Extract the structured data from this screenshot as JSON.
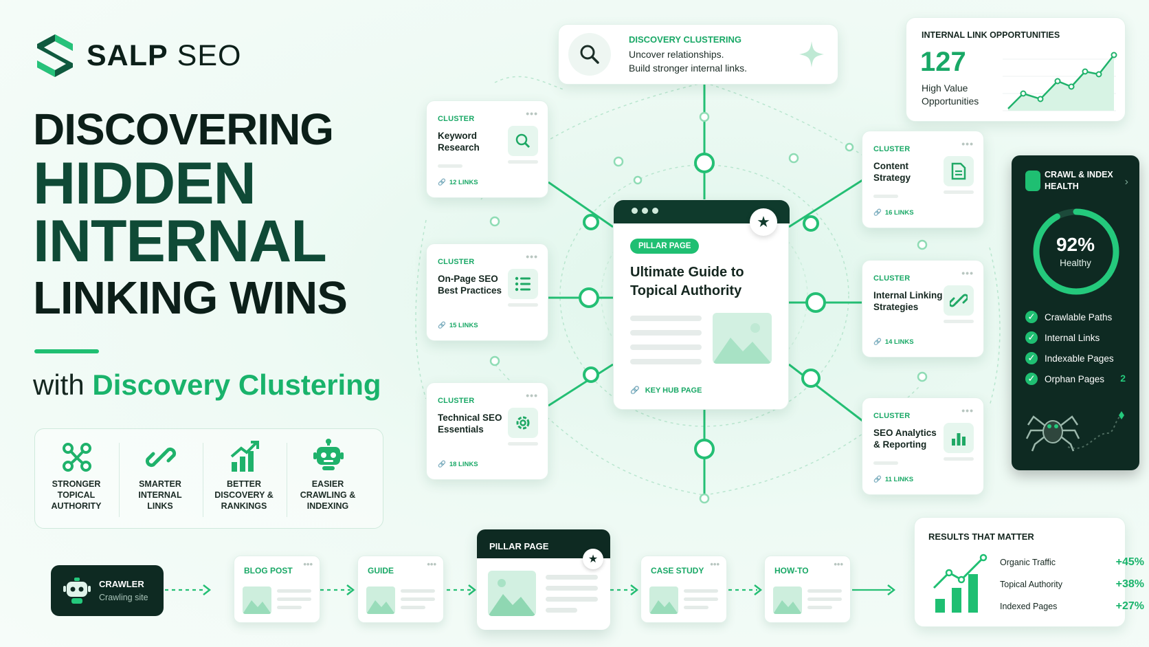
{
  "brand": {
    "name": "SALP",
    "name2": "SEO"
  },
  "headline": {
    "l1": "DISCOVERING",
    "l2": "HIDDEN",
    "l3": "INTERNAL",
    "l4": "LINKING WINS"
  },
  "subhead": {
    "with": "with",
    "accent": "Discovery Clustering"
  },
  "features": [
    {
      "icon": "network-icon",
      "label": "STRONGER TOPICAL AUTHORITY"
    },
    {
      "icon": "link-icon",
      "label": "SMARTER INTERNAL LINKS"
    },
    {
      "icon": "growth-chart-icon",
      "label": "BETTER DISCOVERY & RANKINGS"
    },
    {
      "icon": "robot-icon",
      "label": "EASIER CRAWLING & INDEXING"
    }
  ],
  "discovery": {
    "title": "DISCOVERY CLUSTERING",
    "line1": "Uncover relationships.",
    "line2": "Build stronger internal links."
  },
  "opportunities": {
    "title": "INTERNAL LINK OPPORTUNITIES",
    "value": "127",
    "label1": "High Value",
    "label2": "Opportunities"
  },
  "cluster_tag": "CLUSTER",
  "clusters": [
    {
      "name": "Keyword Research",
      "links": "12 LINKS",
      "icon": "search-icon"
    },
    {
      "name": "On-Page SEO Best Practices",
      "links": "15 LINKS",
      "icon": "list-icon"
    },
    {
      "name": "Technical SEO Essentials",
      "links": "18 LINKS",
      "icon": "gear-icon"
    },
    {
      "name": "Content Strategy",
      "links": "16 LINKS",
      "icon": "document-icon"
    },
    {
      "name": "Internal Linking Strategies",
      "links": "14 LINKS",
      "icon": "link-icon"
    },
    {
      "name": "SEO Analytics & Reporting",
      "links": "11 LINKS",
      "icon": "bar-chart-icon"
    }
  ],
  "pillar": {
    "badge": "PILLAR PAGE",
    "title1": "Ultimate Guide to",
    "title2": "Topical Authority",
    "footer": "KEY HUB PAGE"
  },
  "health": {
    "title1": "CRAWL & INDEX",
    "title2": "HEALTH",
    "percent": "92%",
    "status": "Healthy",
    "progress": 0.92,
    "items": [
      {
        "label": "Crawlable Paths"
      },
      {
        "label": "Internal Links"
      },
      {
        "label": "Indexable Pages"
      },
      {
        "label": "Orphan Pages",
        "count": "2"
      }
    ]
  },
  "crawler": {
    "title": "CRAWLER",
    "subtitle": "Crawling site"
  },
  "flow": {
    "blog": "BLOG POST",
    "guide": "GUIDE",
    "pillar": "PILLAR PAGE",
    "case": "CASE STUDY",
    "howto": "HOW-TO"
  },
  "results": {
    "title": "RESULTS THAT MATTER",
    "rows": [
      {
        "label": "Organic Traffic",
        "value": "+45%"
      },
      {
        "label": "Topical Authority",
        "value": "+38%"
      },
      {
        "label": "Indexed Pages",
        "value": "+27%"
      }
    ]
  },
  "colors": {
    "accent": "#19b36b",
    "dark": "#0f3a2c",
    "panel": "#0e2a22"
  }
}
